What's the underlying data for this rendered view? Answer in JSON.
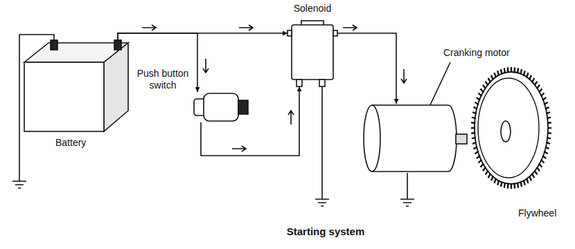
{
  "diagram": {
    "caption": "Starting system",
    "nodes": [
      {
        "text": [
          "Battery"
        ]
      },
      {
        "text": [
          "Push button switch"
        ]
      },
      {
        "text": [
          "Solenoid"
        ]
      },
      {
        "text": [
          "Cranking motor"
        ]
      },
      {
        "text": [
          "Flywheel"
        ]
      }
    ],
    "edges": [
      {
        "from": 0,
        "to": 2,
        "arrow": "to"
      },
      {
        "from": 0,
        "to": 1,
        "arrow": "to"
      },
      {
        "from": 1,
        "to": 2,
        "arrow": "to"
      },
      {
        "from": 2,
        "to": 3,
        "arrow": "to"
      }
    ]
  }
}
